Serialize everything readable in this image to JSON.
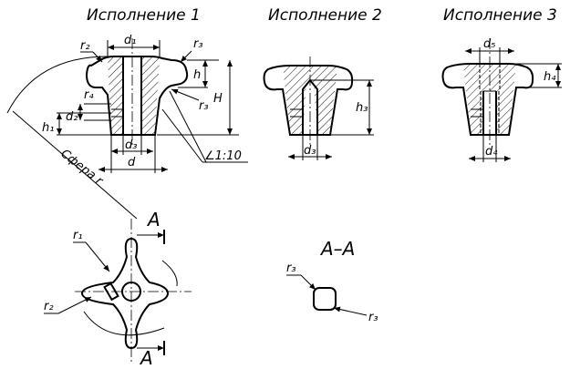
{
  "titles": {
    "variant1": "Исполнение 1",
    "variant2": "Исполнение 2",
    "variant3": "Исполнение 3"
  },
  "labels": {
    "d1": "d₁",
    "d2": "d₂",
    "d3": "d₃",
    "d4": "d₄",
    "d5": "d₅",
    "d": "d",
    "r1": "r₁",
    "r2": "r₂",
    "r3": "r₃",
    "r4": "r₄",
    "h": "h",
    "h1": "h₁",
    "h3": "h₃",
    "h4": "h₄",
    "H": "H",
    "taper": "∠1:10",
    "sphere": "Сфера r",
    "sectionMark": "А",
    "sectionTitle": "А–А"
  }
}
